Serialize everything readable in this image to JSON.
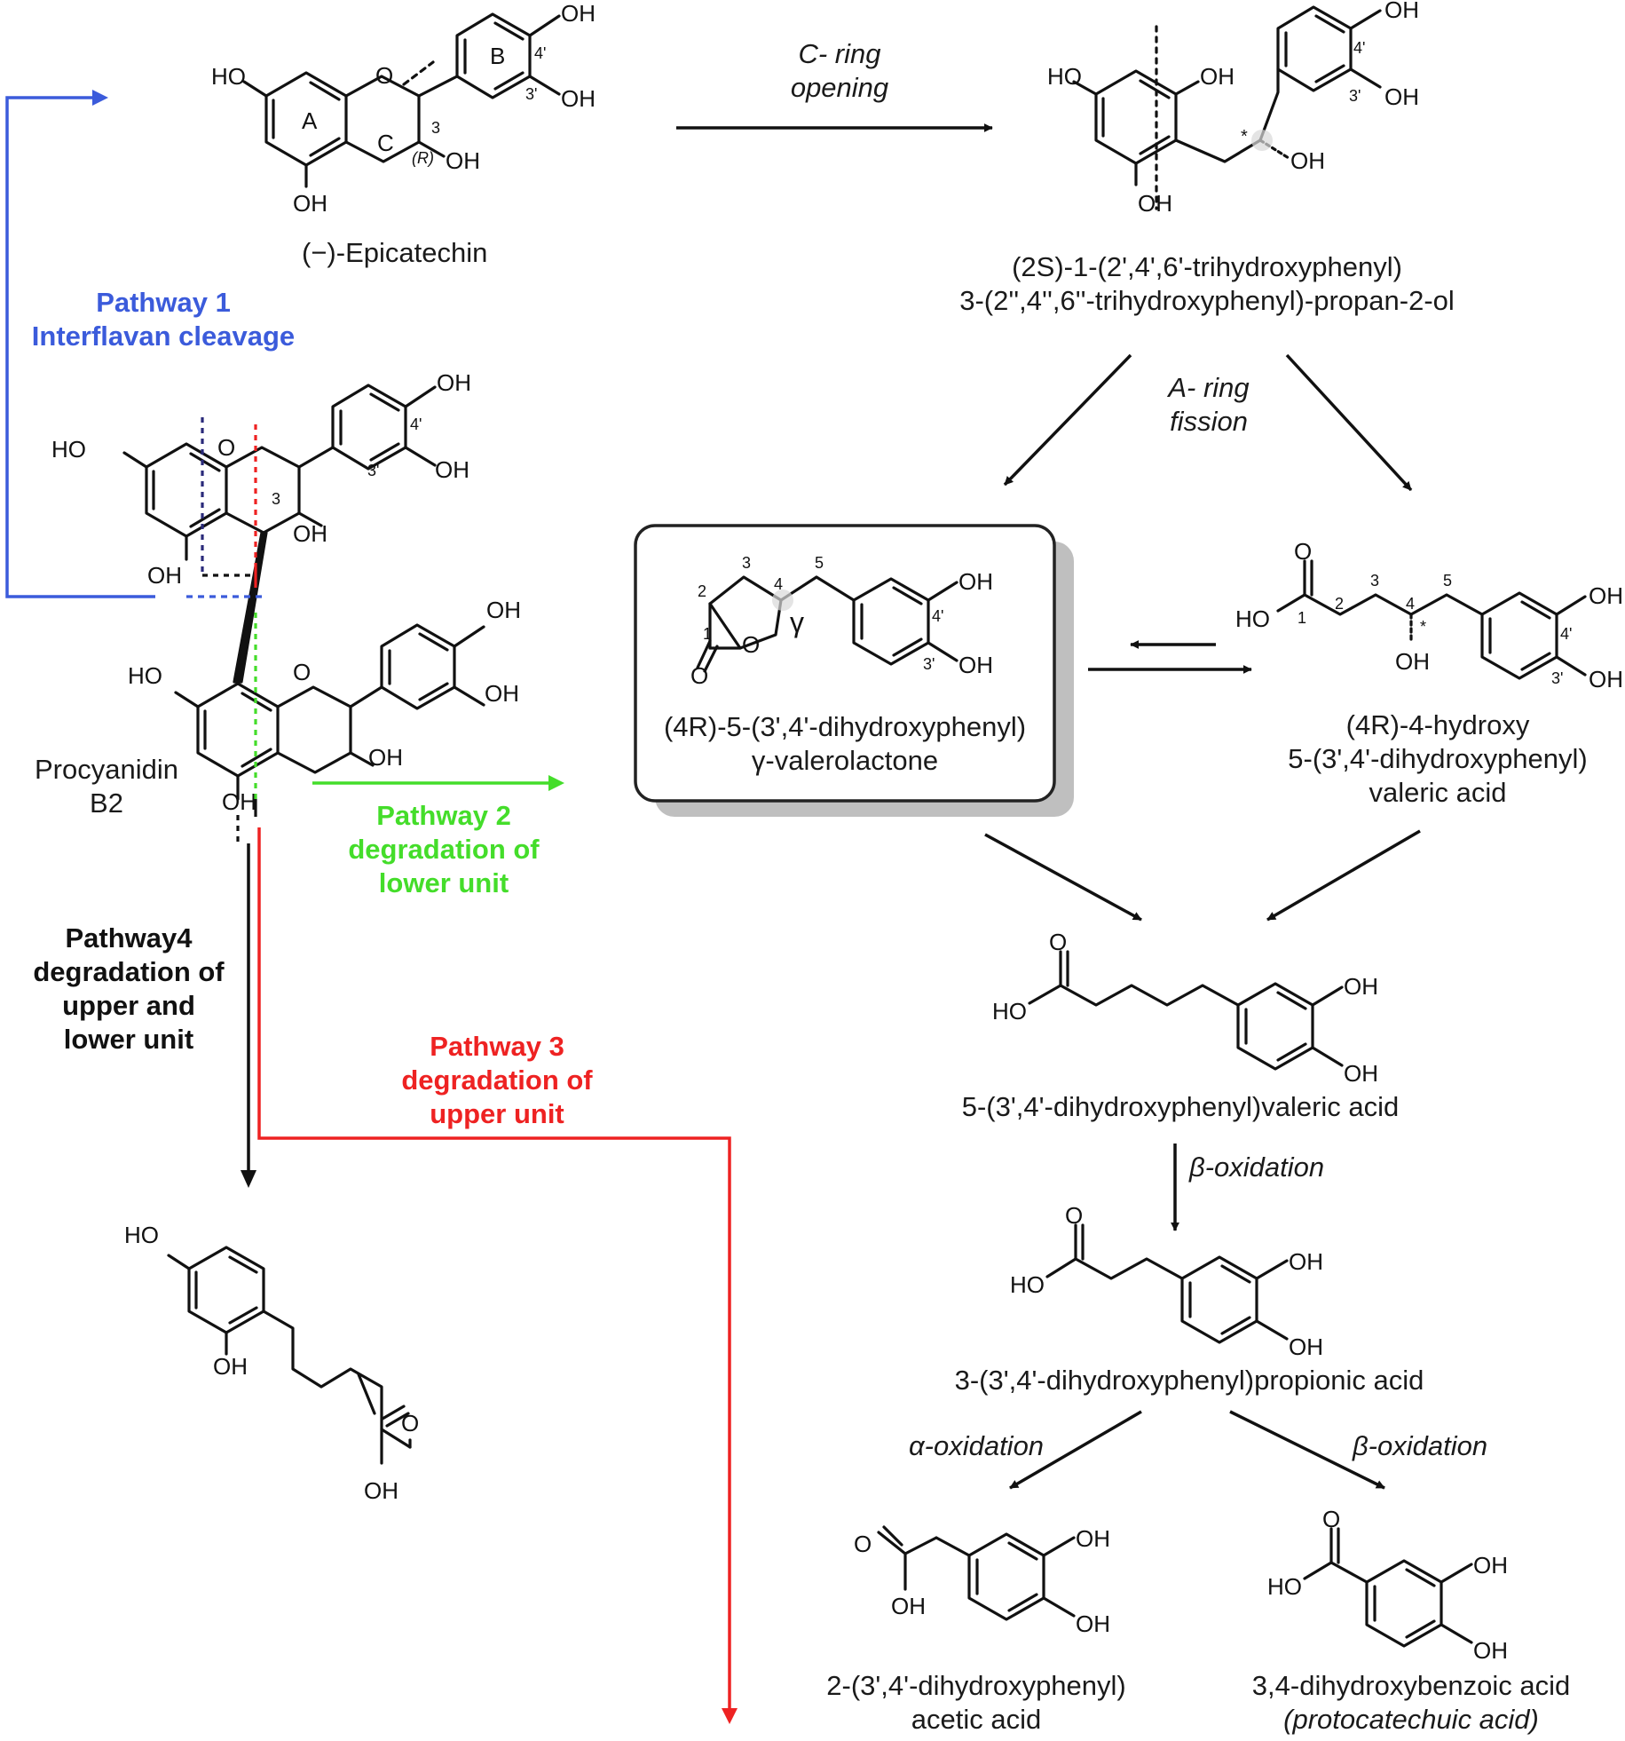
{
  "colors": {
    "pathway1": "#3b5bdb",
    "pathway2": "#44dd2a",
    "pathway3": "#ee2222",
    "pathway4": "#111111",
    "box_border": "#222222",
    "box_shadow": "#bfbfbf"
  },
  "compounds": {
    "epicatechin": {
      "name": "(−)-Epicatechin"
    },
    "procyanidin": {
      "line1": "Procyanidin",
      "line2": "B2"
    },
    "propanol": {
      "line1": "(2S)-1-(2',4',6'-trihydroxyphenyl)",
      "line2": "3-(2'',4'',6''-trihydroxyphenyl)-propan-2-ol"
    },
    "valerolactone": {
      "line1": "(4R)-5-(3',4'-dihydroxyphenyl)",
      "line2": "γ-valerolactone"
    },
    "hydroxyvaleric": {
      "line1": "(4R)-4-hydroxy",
      "line2": "5-(3',4'-dihydroxyphenyl)",
      "line3": "valeric acid"
    },
    "valeric": {
      "name": "5-(3',4'-dihydroxyphenyl)valeric acid"
    },
    "propionic": {
      "name": "3-(3',4'-dihydroxyphenyl)propionic acid"
    },
    "acetic": {
      "line1": "2-(3',4'-dihydroxyphenyl)",
      "line2": "acetic acid"
    },
    "benzoic": {
      "line1": "3,4-dihydroxybenzoic acid",
      "line2": "(protocatechuic acid)"
    }
  },
  "pathways": {
    "p1": {
      "line1": "Pathway 1",
      "line2": "Interflavan cleavage"
    },
    "p2": {
      "line1": "Pathway 2",
      "line2": "degradation of",
      "line3": "lower unit"
    },
    "p3": {
      "line1": "Pathway 3",
      "line2": "degradation of",
      "line3": "upper unit"
    },
    "p4": {
      "line1": "Pathway4",
      "line2": "degradation of",
      "line3": "upper and",
      "line4": "lower unit"
    }
  },
  "steps": {
    "c_ring": {
      "line1": "C- ring",
      "line2": "opening"
    },
    "a_ring": {
      "line1": "A- ring",
      "line2": "fission"
    },
    "beta1": "β-oxidation",
    "alpha": "α-oxidation",
    "beta2": "β-oxidation"
  },
  "atoms": {
    "ho": "HO",
    "oh": "OH",
    "o": "O",
    "ring_a": "A",
    "ring_b": "B",
    "ring_c": "C",
    "pos3": "3",
    "pos4p": "4'",
    "pos3p": "3'",
    "stereo_r": "(R)",
    "n1": "1",
    "n2": "2",
    "n3": "3",
    "n4": "4",
    "n5": "5",
    "gamma": "γ",
    "star": "*"
  }
}
